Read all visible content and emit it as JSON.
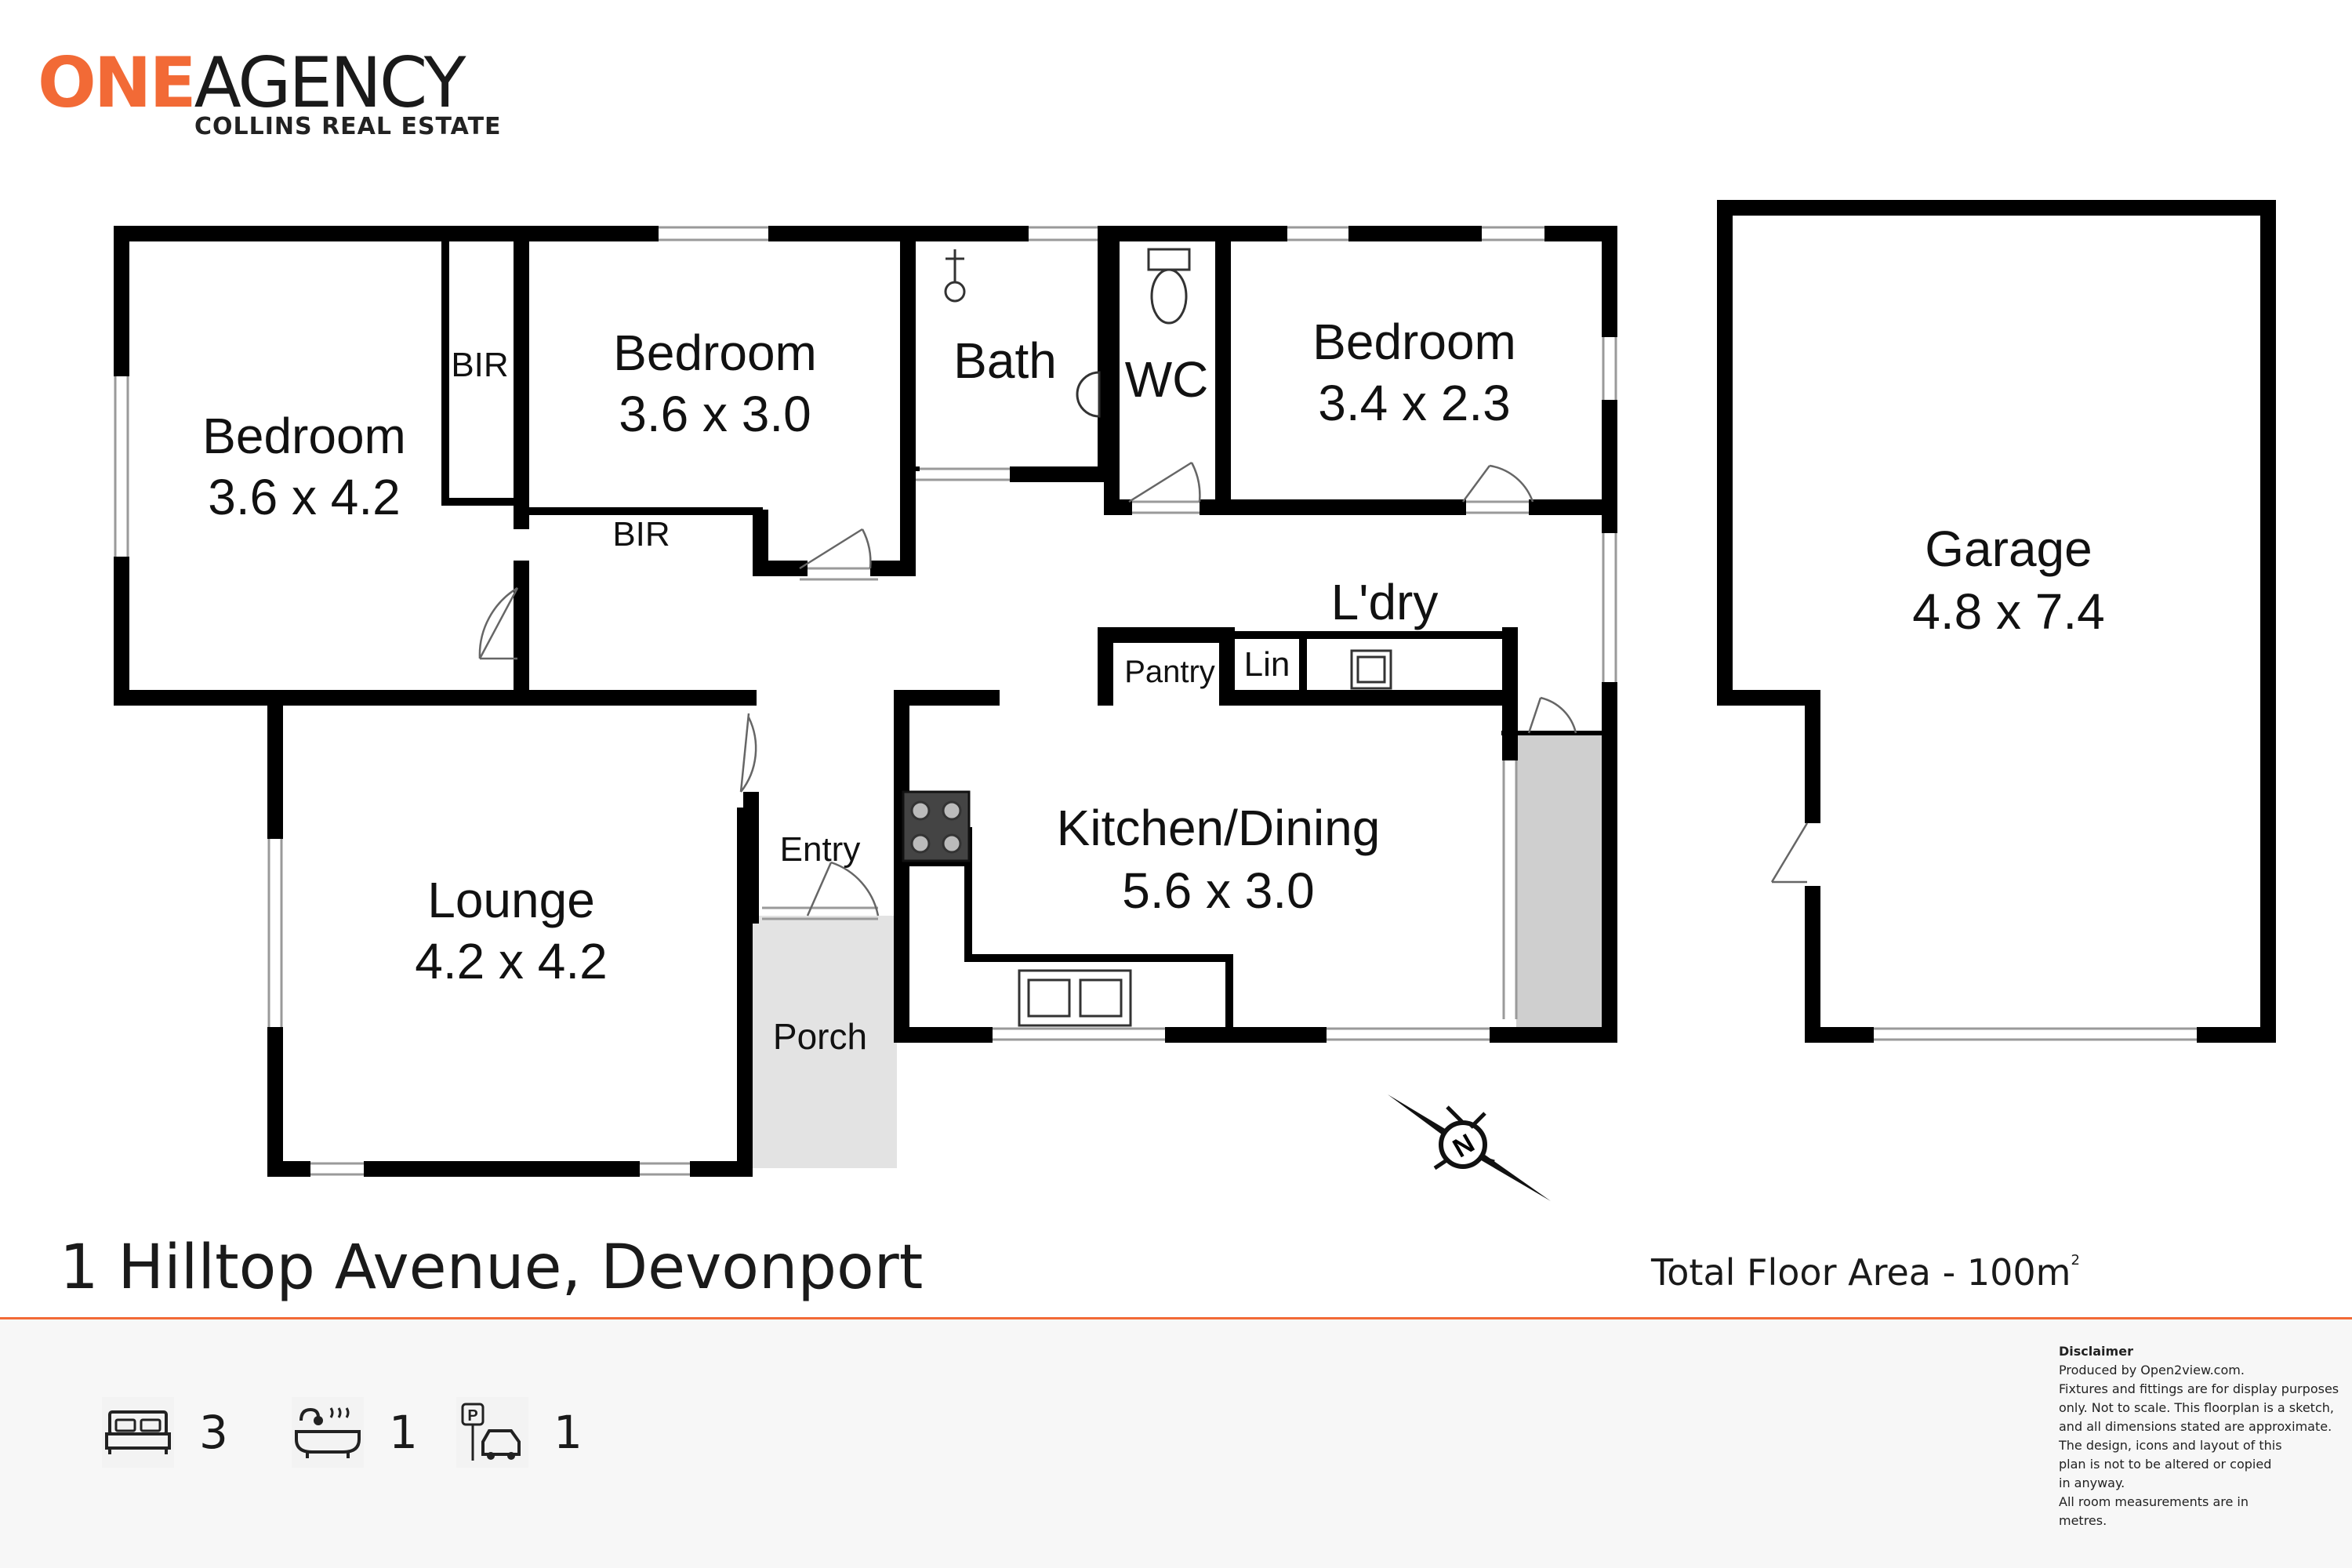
{
  "brand": {
    "name_part1": "ONE",
    "name_part2": "AGENCY",
    "sub": "COLLINS REAL ESTATE",
    "accent_color": "#f26a36"
  },
  "rooms": {
    "bedroom1": {
      "name": "Bedroom",
      "size": "3.6 x 4.2"
    },
    "bedroom2": {
      "name": "Bedroom",
      "size": "3.6 x 3.0"
    },
    "bedroom3": {
      "name": "Bedroom",
      "size": "3.4 x 2.3"
    },
    "bir1": "BIR",
    "bir2": "BIR",
    "bath": "Bath",
    "wc": "WC",
    "laundry": "L'dry",
    "pantry": "Pantry",
    "linen": "Lin",
    "kitchen": {
      "name": "Kitchen/Dining",
      "size": "5.6 x 3.0"
    },
    "lounge": {
      "name": "Lounge",
      "size": "4.2 x 4.2"
    },
    "entry": "Entry",
    "porch": "Porch",
    "garage": {
      "name": "Garage",
      "size": "4.8 x 7.4"
    }
  },
  "compass": {
    "label": "N",
    "icon": "compass-icon"
  },
  "address": "1 Hilltop Avenue, Devonport",
  "total_area": {
    "label": "Total Floor Area - 100m",
    "unit_sup": "2"
  },
  "stats": {
    "bedrooms": {
      "icon": "bed-icon",
      "value": "3"
    },
    "bathrooms": {
      "icon": "bathtub-icon",
      "value": "1"
    },
    "parking": {
      "icon": "parking-car-icon",
      "value": "1"
    }
  },
  "disclaimer": {
    "title": "Disclaimer",
    "lines": [
      "Produced by Open2view.com.",
      "Fixtures and fittings are for display purposes",
      "only. Not to scale. This floorplan is a sketch,",
      "and all dimensions stated are approximate.",
      "The design, icons and layout of this",
      "plan is not to be altered or copied",
      "in anyway.",
      "All room measurements are in",
      "metres."
    ]
  }
}
